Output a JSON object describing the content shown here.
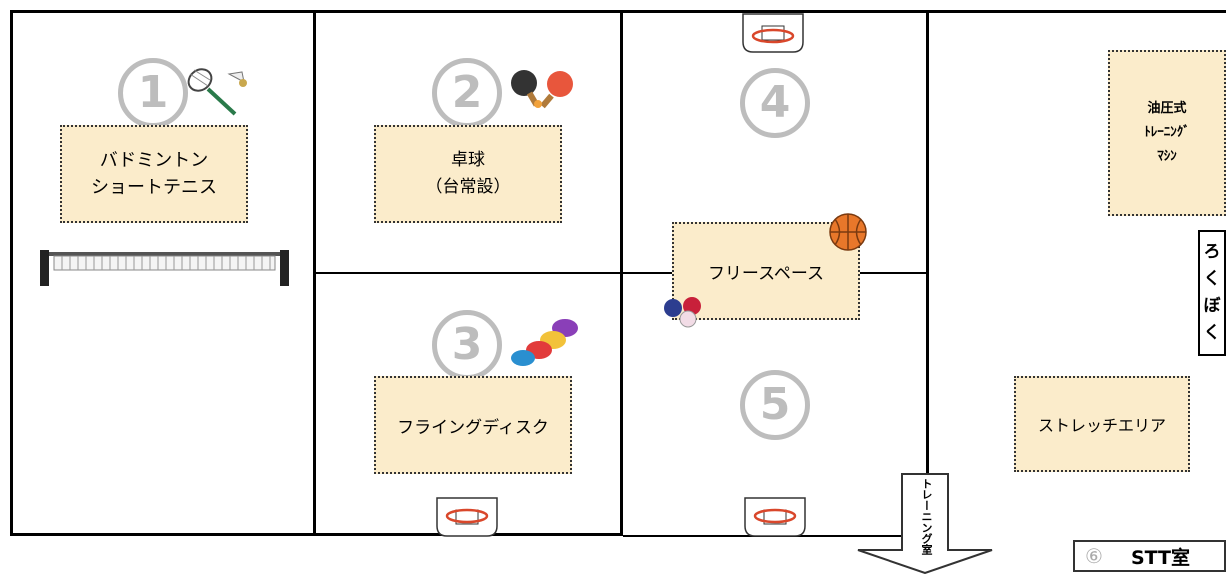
{
  "zones": {
    "z1": {
      "number": "1",
      "label_lines": [
        "バドミントン",
        "ショートテニス"
      ]
    },
    "z2": {
      "number": "2",
      "label_lines": [
        "卓球",
        "（台常設）"
      ]
    },
    "z3": {
      "number": "3",
      "label_lines": [
        "フライングディスク"
      ]
    },
    "z4": {
      "number": "4"
    },
    "z5": {
      "number": "5"
    },
    "free_space": {
      "label": "フリースペース"
    },
    "machine": {
      "label_lines": [
        "油圧式",
        "ﾄﾚｰﾆﾝｸﾞ",
        "ﾏｼﾝ"
      ]
    },
    "stretch": {
      "label": "ストレッチエリア"
    }
  },
  "rokuboku": {
    "chars": [
      "ろ",
      "く",
      "ぼ",
      "く"
    ]
  },
  "training_room_arrow": {
    "text": "トレーニング室"
  },
  "stt_room": {
    "number": "⑥",
    "label": "STT室"
  },
  "icons": [
    "badminton-racket-icon",
    "shuttlecock-icon",
    "ping-pong-paddles-icon",
    "flying-disc-icon",
    "basketball-icon",
    "boccia-balls-icon",
    "basketball-hoop-icon",
    "tennis-net-icon"
  ],
  "colors": {
    "highlight_box": "#fbeccb",
    "number_gray": "#bdbdbd",
    "hoop_red": "#d9472b"
  }
}
